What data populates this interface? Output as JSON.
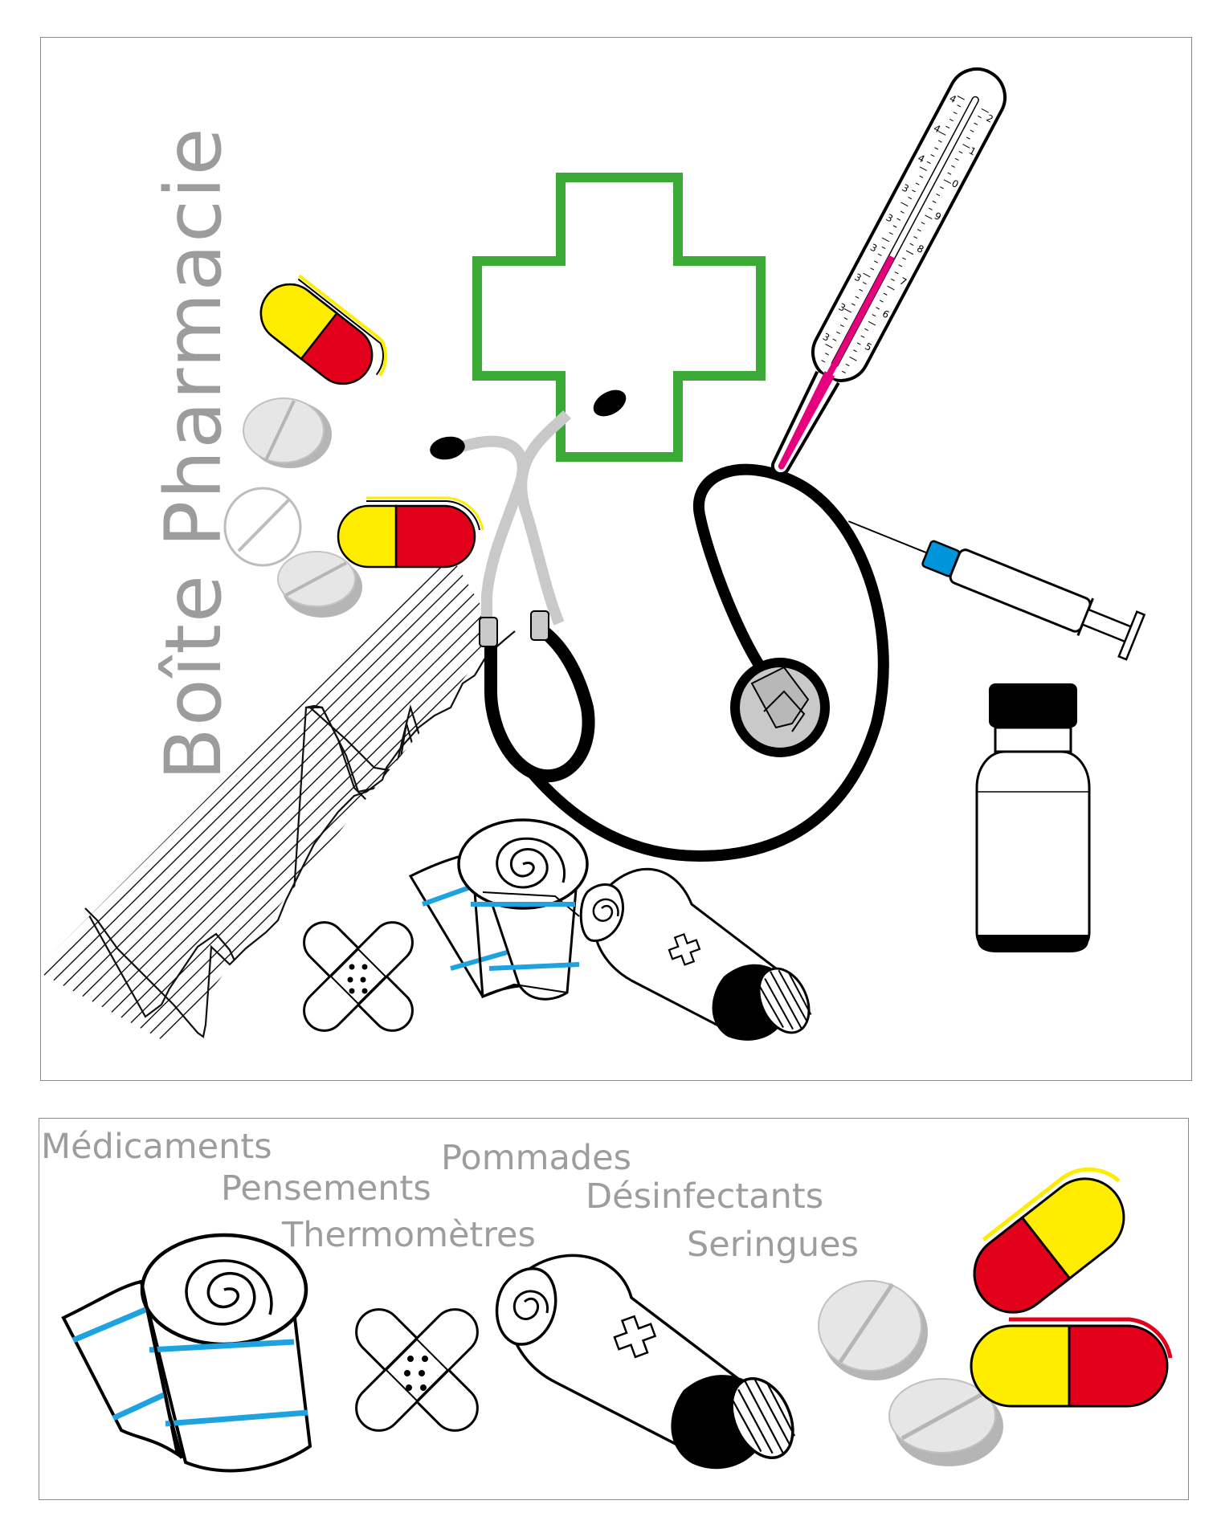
{
  "title": "Boîte Pharmacie",
  "categories": [
    {
      "key": "medicaments",
      "label": "Médicaments"
    },
    {
      "key": "pensements",
      "label": "Pensements"
    },
    {
      "key": "thermometres",
      "label": "Thermomètres"
    },
    {
      "key": "pommades",
      "label": "Pommades"
    },
    {
      "key": "desinfectants",
      "label": "Désinfectants"
    },
    {
      "key": "seringues",
      "label": "Seringues"
    }
  ],
  "thermometer": {
    "left_scale": [
      "4",
      "4",
      "4",
      "3",
      "3",
      "3",
      "3",
      "3",
      "3"
    ],
    "right_scale": [
      "2",
      "1",
      "0",
      "9",
      "8",
      "7",
      "6",
      "5"
    ]
  },
  "colors": {
    "cross_green": "#3aa935",
    "capsule_yellow": "#ffed00",
    "capsule_red": "#e2001a",
    "thermo_magenta": "#e6007e",
    "syringe_blue": "#0095db",
    "bandage_blue": "#1fa3e0",
    "text_gray": "#9d9d9d",
    "tablet_gray": "#e6e6e6"
  },
  "icons": [
    "pharmacy-cross-icon",
    "capsule-icon",
    "tablet-icon",
    "stethoscope-icon",
    "thermometer-icon",
    "syringe-icon",
    "bottle-icon",
    "bandage-roll-icon",
    "plaster-icon",
    "ointment-tube-icon",
    "ecg-paper-icon"
  ]
}
